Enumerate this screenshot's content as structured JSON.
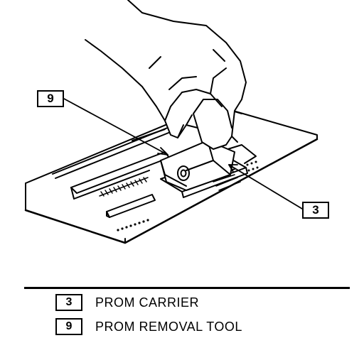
{
  "callouts": [
    {
      "number": "9"
    },
    {
      "number": "3"
    }
  ],
  "legend": [
    {
      "number": "3",
      "label": "PROM CARRIER"
    },
    {
      "number": "9",
      "label": "PROM REMOVAL TOOL"
    }
  ]
}
